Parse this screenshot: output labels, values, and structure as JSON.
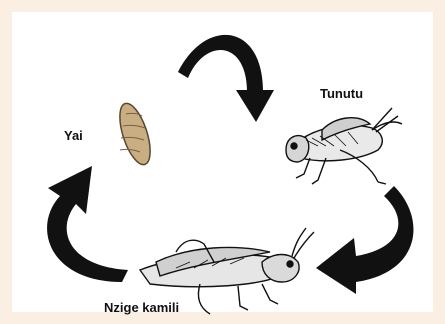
{
  "stages": {
    "egg": "Yai",
    "nymph": "Tunutu",
    "adult": "Nzige kamili"
  },
  "colors": {
    "background": "#fbeee2",
    "panel": "#ffffff",
    "arrow": "#111111",
    "egg_fill": "#c9ad83"
  },
  "icons": [
    "cycle-arrow-icon",
    "egg-icon",
    "nymph-grasshopper-icon",
    "adult-grasshopper-icon"
  ]
}
